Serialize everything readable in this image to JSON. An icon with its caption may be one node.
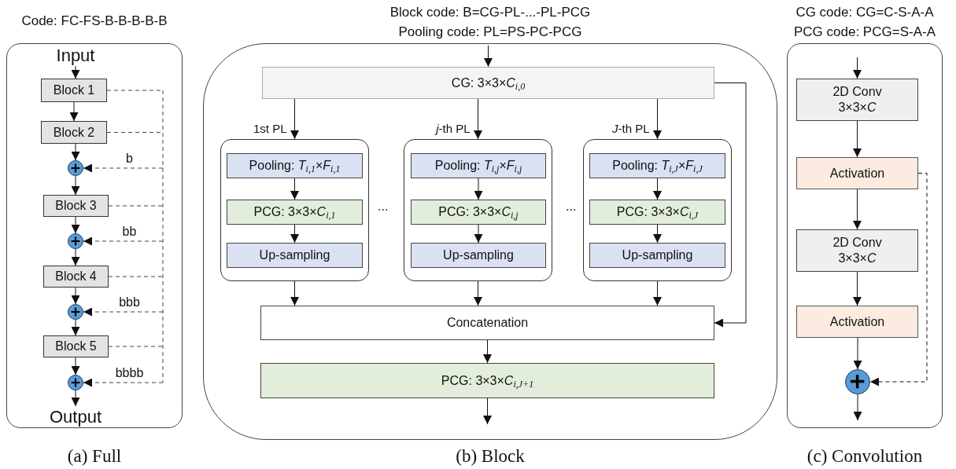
{
  "diagram": {
    "nodes": [
      {
        "text": [
          "Code: FC-FS-B-B-B-B-B"
        ],
        "beside": [
          "(a) Full"
        ]
      },
      {
        "text": [
          "Input"
        ],
        "in": 0
      },
      {
        "text": [
          "Block 1"
        ],
        "in": 0
      },
      {
        "text": [
          "Block 2"
        ],
        "in": 0
      },
      {
        "text": [],
        "shape": "circle",
        "in": 0
      },
      {
        "text": [
          "Block 3"
        ],
        "in": 0
      },
      {
        "text": [],
        "shape": "circle",
        "in": 0
      },
      {
        "text": [
          "Block 4"
        ],
        "in": 0
      },
      {
        "text": [],
        "shape": "circle",
        "in": 0
      },
      {
        "text": [
          "Block 5"
        ],
        "in": 0
      },
      {
        "text": [],
        "shape": "circle",
        "in": 0
      },
      {
        "text": [
          "Output"
        ],
        "in": 0
      },
      {
        "text": [
          "Block code: B=CG-PL-...-PL-PCG",
          "Pooling code: PL=PS-PC-PCG"
        ],
        "beside": [
          "(b) Block"
        ]
      },
      {
        "text": [
          "CG: 3×3×*C*$_{i,0}$"
        ],
        "in": 12
      },
      {
        "text": [
          "1st PL"
        ],
        "in": 12
      },
      {
        "text": [
          "Pooling: *T*$_{i,1}$×*F*$_{i,1}$"
        ],
        "in": 14
      },
      {
        "text": [
          "PCG: 3×3×*C*$_{i,1}$"
        ],
        "in": 14
      },
      {
        "text": [
          "Up-sampling"
        ],
        "in": 14
      },
      {
        "text": [
          "*j*-th PL"
        ],
        "in": 12
      },
      {
        "text": [
          "Pooling: *T*$_{i,j}$×*F*$_{i,j}$"
        ],
        "in": 18
      },
      {
        "text": [
          "PCG: 3×3×*C*$_{i,j}$"
        ],
        "in": 18
      },
      {
        "text": [
          "Up-sampling"
        ],
        "in": 18
      },
      {
        "text": [
          "*J*-th PL"
        ],
        "in": 12
      },
      {
        "text": [
          "Pooling: *T*$_{i,J}$×*F*$_{i,J}$"
        ],
        "in": 22
      },
      {
        "text": [
          "PCG: 3×3×*C*$_{i,J}$"
        ],
        "in": 22
      },
      {
        "text": [
          "Up-sampling"
        ],
        "in": 22
      },
      {
        "text": [
          "Concatenation"
        ],
        "in": 12
      },
      {
        "text": [
          "PCG: 3×3×*C*$_{i,J+1}$"
        ],
        "in": 12
      },
      {
        "text": [
          "CG code: CG=C-S-A-A",
          "PCG code: PCG=S-A-A"
        ],
        "beside": [
          "(c) Convolution"
        ]
      },
      {
        "text": [
          "2D Conv",
          "3×3×*C*"
        ],
        "in": 28
      },
      {
        "text": [
          "Activation"
        ],
        "in": 28
      },
      {
        "text": [
          "2D Conv",
          "3×3×*C*"
        ],
        "in": 28
      },
      {
        "text": [
          "Activation"
        ],
        "in": 28
      },
      {
        "text": [],
        "shape": "circle",
        "in": 28
      }
    ],
    "edges": [
      {
        "from": 1,
        "to": 2,
        "arrow": "to"
      },
      {
        "from": 2,
        "to": 3,
        "arrow": "to"
      },
      {
        "from": 3,
        "to": 4,
        "arrow": "to"
      },
      {
        "from": 4,
        "to": 5,
        "arrow": "to"
      },
      {
        "from": 5,
        "to": 6,
        "arrow": "to"
      },
      {
        "from": 6,
        "to": 7,
        "arrow": "to"
      },
      {
        "from": 7,
        "to": 8,
        "arrow": "to"
      },
      {
        "from": 8,
        "to": 9,
        "arrow": "to"
      },
      {
        "from": 9,
        "to": 10,
        "arrow": "to"
      },
      {
        "from": 10,
        "to": 11,
        "arrow": "to"
      },
      {
        "from": 2,
        "to": 4,
        "arrow": "to",
        "style": "dashed",
        "label": "b"
      },
      {
        "from": 2,
        "to": 6,
        "arrow": "to",
        "style": "dashed",
        "label": "bb"
      },
      {
        "from": 2,
        "to": 8,
        "arrow": "to",
        "style": "dashed",
        "label": "bbb"
      },
      {
        "from": 2,
        "to": 10,
        "arrow": "to",
        "style": "dashed",
        "label": "bbbb"
      },
      {
        "from": 3,
        "to": 4,
        "arrow": "to",
        "style": "dashed"
      },
      {
        "from": 3,
        "to": 6,
        "arrow": "to",
        "style": "dashed"
      },
      {
        "from": 3,
        "to": 8,
        "arrow": "to",
        "style": "dashed"
      },
      {
        "from": 3,
        "to": 10,
        "arrow": "to",
        "style": "dashed"
      },
      {
        "from": 5,
        "to": 6,
        "arrow": "to",
        "style": "dashed"
      },
      {
        "from": 5,
        "to": 8,
        "arrow": "to",
        "style": "dashed"
      },
      {
        "from": 5,
        "to": 10,
        "arrow": "to",
        "style": "dashed"
      },
      {
        "from": 7,
        "to": 8,
        "arrow": "to",
        "style": "dashed"
      },
      {
        "from": 7,
        "to": 10,
        "arrow": "to",
        "style": "dashed"
      },
      {
        "from": 9,
        "to": 10,
        "arrow": "to",
        "style": "dashed"
      },
      {
        "from": null,
        "to": 13,
        "arrow": "to"
      },
      {
        "from": 13,
        "to": 14,
        "arrow": "to"
      },
      {
        "from": 13,
        "to": 18,
        "arrow": "to"
      },
      {
        "from": 13,
        "to": 22,
        "arrow": "to"
      },
      {
        "from": 15,
        "to": 16,
        "arrow": "to"
      },
      {
        "from": 16,
        "to": 17,
        "arrow": "to"
      },
      {
        "from": 19,
        "to": 20,
        "arrow": "to"
      },
      {
        "from": 20,
        "to": 21,
        "arrow": "to"
      },
      {
        "from": 23,
        "to": 24,
        "arrow": "to"
      },
      {
        "from": 24,
        "to": 25,
        "arrow": "to"
      },
      {
        "from": 14,
        "to": 26,
        "arrow": "to"
      },
      {
        "from": 18,
        "to": 26,
        "arrow": "to"
      },
      {
        "from": 22,
        "to": 26,
        "arrow": "to"
      },
      {
        "from": 13,
        "to": 26,
        "arrow": "to"
      },
      {
        "from": 26,
        "to": 27,
        "arrow": "to"
      },
      {
        "from": 27,
        "to": null,
        "arrow": "to"
      },
      {
        "from": null,
        "to": 29,
        "arrow": "to"
      },
      {
        "from": 29,
        "to": 30,
        "arrow": "to"
      },
      {
        "from": 30,
        "to": 31,
        "arrow": "to"
      },
      {
        "from": 31,
        "to": 32,
        "arrow": "to"
      },
      {
        "from": 32,
        "to": 33,
        "arrow": "to"
      },
      {
        "from": 30,
        "to": 33,
        "arrow": "to",
        "style": "dashed"
      },
      {
        "from": 33,
        "to": null,
        "arrow": "to"
      }
    ],
    "labels": [
      "...",
      "..."
    ]
  }
}
